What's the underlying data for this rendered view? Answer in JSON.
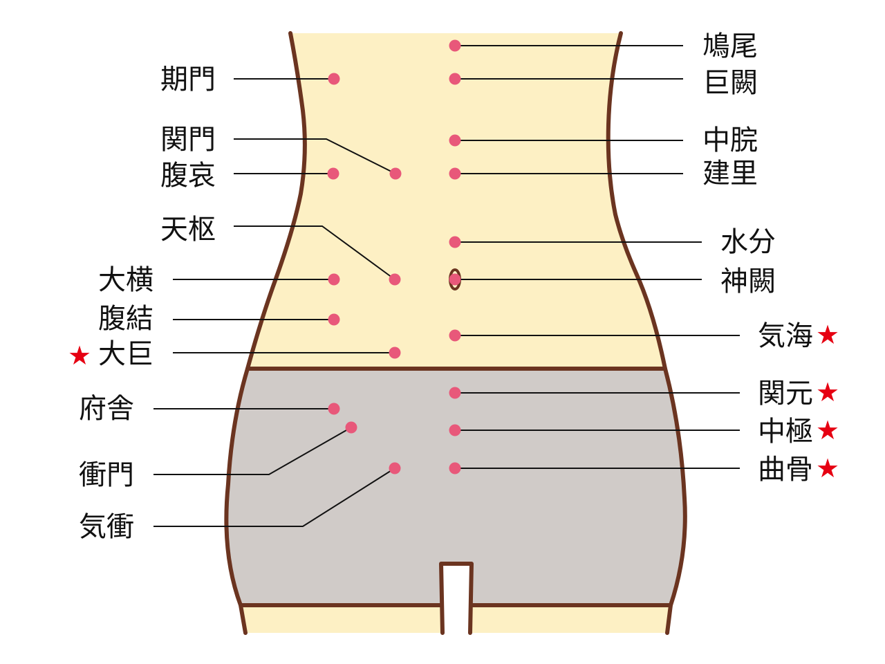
{
  "colors": {
    "skin": "#fdf0c4",
    "shorts": "#d0cbc8",
    "outline": "#6b3420",
    "acupoint": "#e8587a",
    "star": "#e60012",
    "text": "#111111"
  },
  "star_glyph": "★",
  "labels": {
    "right": [
      {
        "id": "kyubi",
        "text": "鳩尾",
        "star": false
      },
      {
        "id": "koketsu",
        "text": "巨闕",
        "star": false
      },
      {
        "id": "chukan",
        "text": "中脘",
        "star": false
      },
      {
        "id": "kenri",
        "text": "建里",
        "star": false
      },
      {
        "id": "suibun",
        "text": "水分",
        "star": false
      },
      {
        "id": "shinketsu",
        "text": "神闕",
        "star": false
      },
      {
        "id": "kikai",
        "text": "気海",
        "star": true
      },
      {
        "id": "kangen",
        "text": "関元",
        "star": true
      },
      {
        "id": "chukyoku",
        "text": "中極",
        "star": true
      },
      {
        "id": "kyokkotsu",
        "text": "曲骨",
        "star": true
      }
    ],
    "left": [
      {
        "id": "kimon",
        "text": "期門",
        "star": false
      },
      {
        "id": "kanmon",
        "text": "関門",
        "star": false
      },
      {
        "id": "fukuai",
        "text": "腹哀",
        "star": false
      },
      {
        "id": "tensu",
        "text": "天枢",
        "star": false
      },
      {
        "id": "daio",
        "text": "大横",
        "star": false
      },
      {
        "id": "fukketsu",
        "text": "腹結",
        "star": false
      },
      {
        "id": "daiko",
        "text": "大巨",
        "star": true
      },
      {
        "id": "fusha",
        "text": "府舎",
        "star": false
      },
      {
        "id": "shomon",
        "text": "衝門",
        "star": false
      },
      {
        "id": "kisho",
        "text": "気衝",
        "star": false
      }
    ]
  }
}
